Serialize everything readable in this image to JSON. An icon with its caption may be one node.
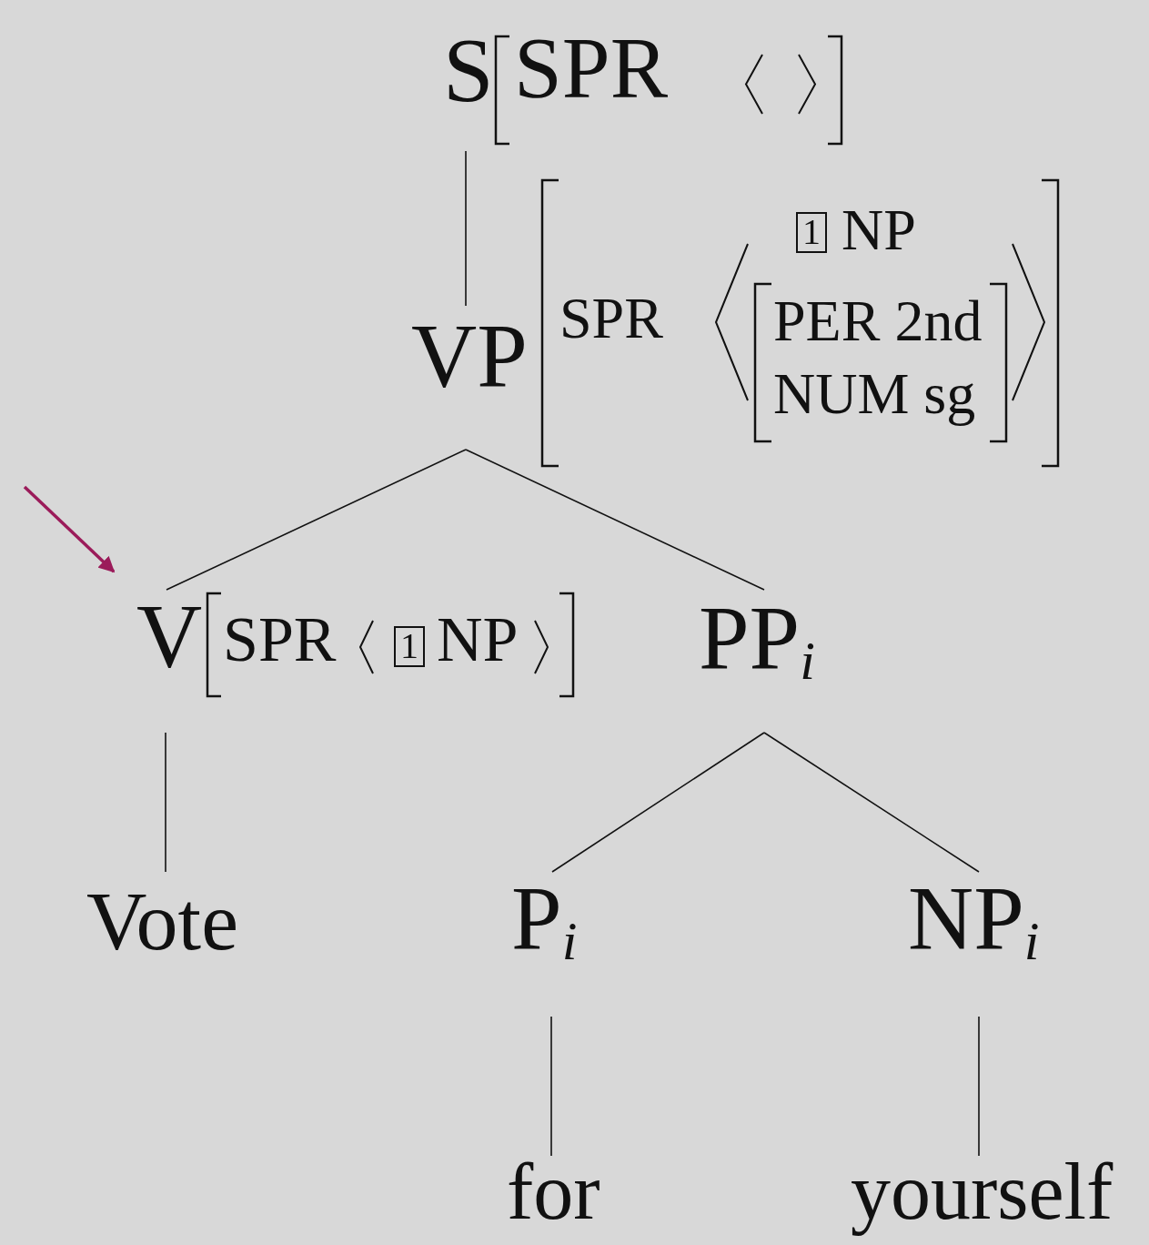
{
  "diagram": {
    "nodes": [
      {
        "text": [
          "S",
          "SPR"
        ]
      },
      {
        "text": [
          "VP",
          "SPR",
          "1",
          "NP",
          "PER 2nd",
          "NUM sg"
        ]
      },
      {
        "text": [
          "V",
          "SPR",
          "1",
          "NP"
        ]
      },
      {
        "text": [
          "PP$_{i}$"
        ]
      },
      {
        "text": [
          "Vote"
        ]
      },
      {
        "text": [
          "P$_{i}$"
        ]
      },
      {
        "text": [
          "NP$_{i}$"
        ]
      },
      {
        "text": [
          "for"
        ]
      },
      {
        "text": [
          "yourself"
        ]
      }
    ],
    "edges": [
      {
        "from": 0,
        "to": 1,
        "arrow": "none"
      },
      {
        "from": 1,
        "to": 2,
        "arrow": "none"
      },
      {
        "from": 1,
        "to": 3,
        "arrow": "none"
      },
      {
        "from": 2,
        "to": 4,
        "arrow": "none"
      },
      {
        "from": 3,
        "to": 5,
        "arrow": "none"
      },
      {
        "from": 3,
        "to": 6,
        "arrow": "none"
      },
      {
        "from": 5,
        "to": 7,
        "arrow": "none"
      },
      {
        "from": 6,
        "to": 8,
        "arrow": "none"
      },
      {
        "from": null,
        "to": 2,
        "arrow": "to",
        "color": "#9b1b5a"
      }
    ]
  }
}
